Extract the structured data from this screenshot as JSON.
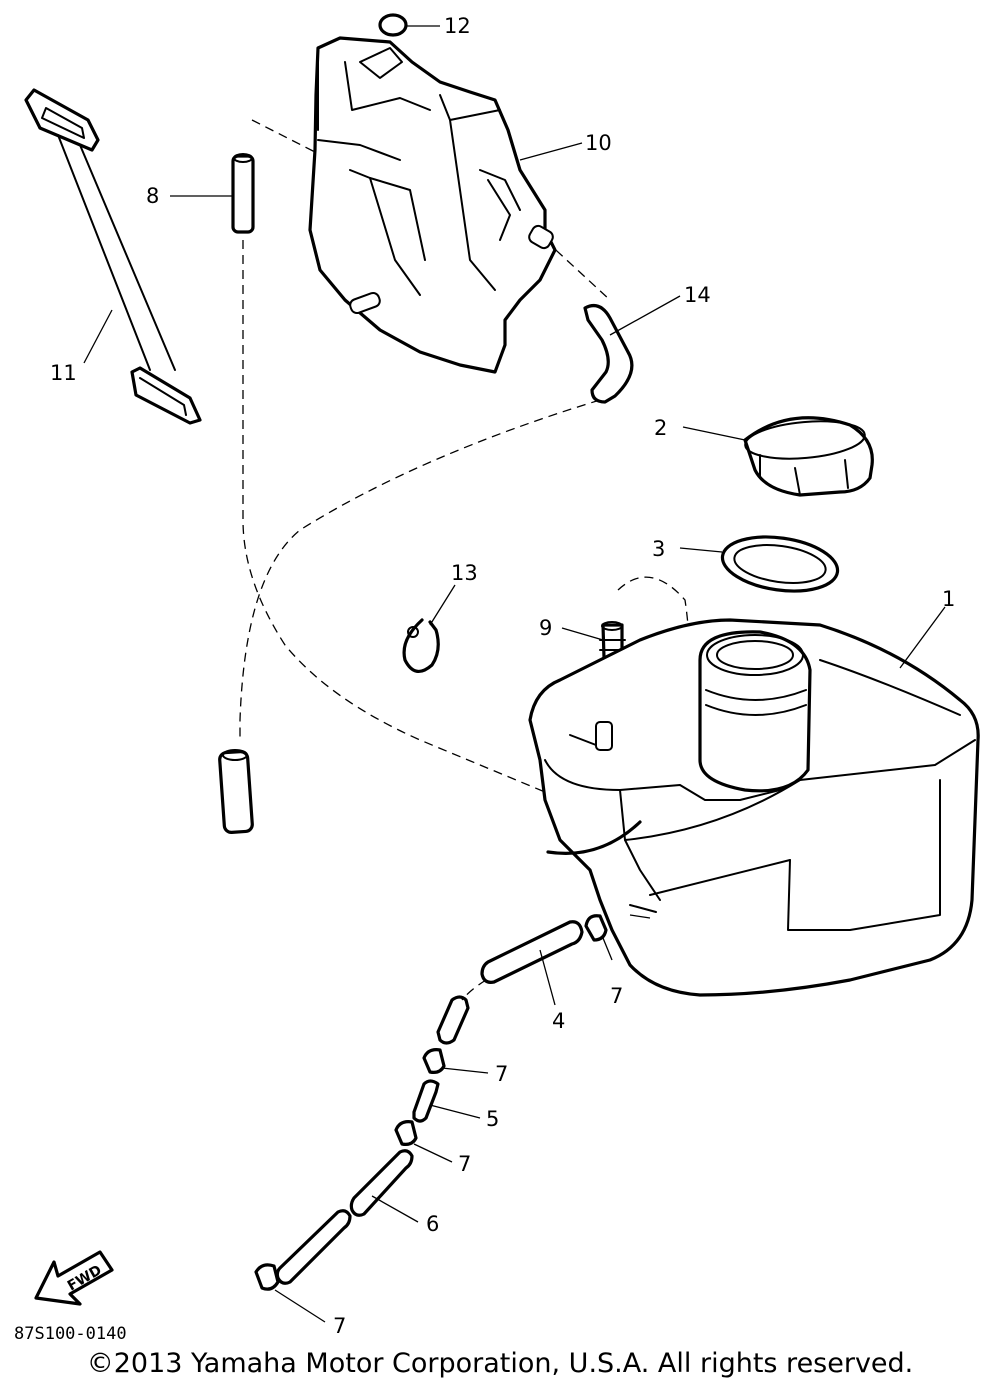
{
  "diagram": {
    "callouts": {
      "c1": "1",
      "c2": "2",
      "c3": "3",
      "c4": "4",
      "c5": "5",
      "c6": "6",
      "c7a": "7",
      "c7b": "7",
      "c7c": "7",
      "c7d": "7",
      "c8": "8",
      "c9": "9",
      "c10": "10",
      "c11": "11",
      "c12": "12",
      "c13": "13",
      "c14": "14"
    },
    "fwd_label": "FWD",
    "drawing_code": "87S100-0140"
  },
  "footer": {
    "copyright": "©2013 Yamaha Motor Corporation, U.S.A. All rights reserved."
  }
}
